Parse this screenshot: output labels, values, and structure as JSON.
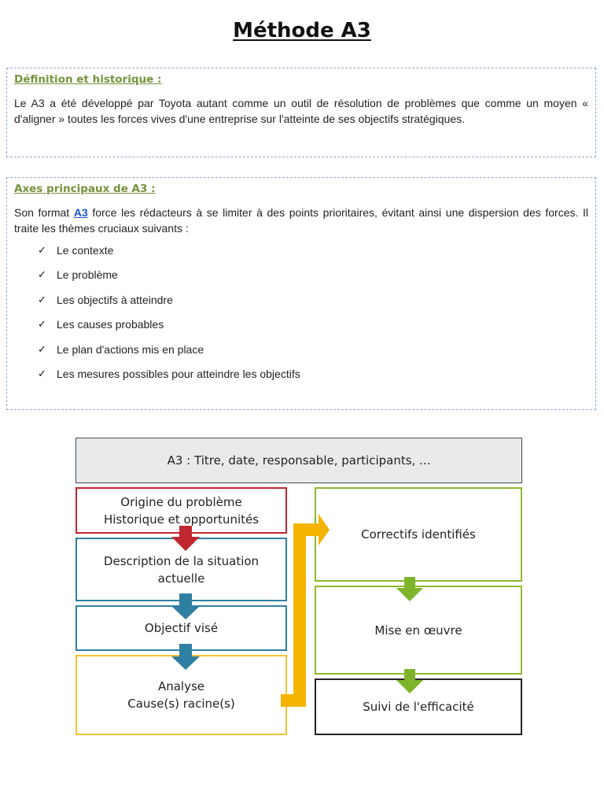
{
  "title": "Méthode A3",
  "definition": {
    "heading": "Définition et historique :",
    "text": "Le A3 a été développé par Toyota autant comme un outil de résolution de problèmes que comme un moyen « d'aligner » toutes les forces vives d'une entreprise sur l'atteinte de ses objectifs stratégiques."
  },
  "axes": {
    "heading": "Axes principaux de A3 :",
    "text_before": "Son format ",
    "link": "A3",
    "text_after": " force les rédacteurs à se limiter à des points prioritaires, évitant ainsi une dispersion des forces. Il traite les thèmes cruciaux suivants :",
    "items": [
      "Le contexte",
      "Le problème",
      "Les objectifs à atteindre",
      "Les causes probables",
      "Le plan d'actions mis en place",
      "Les mesures possibles pour atteindre les objectifs"
    ]
  },
  "diagram": {
    "header": "A3 : Titre, date, responsable, participants, ...",
    "origin_line1": "Origine du problème",
    "origin_line2": "Historique et opportunités",
    "description_line1": "Description de la situation",
    "description_line2": "actuelle",
    "objective": "Objectif visé",
    "analysis_line1": "Analyse",
    "analysis_line2": "Cause(s) racine(s)",
    "correctives": "Correctifs identifiés",
    "implementation": "Mise en œuvre",
    "followup": "Suivi de l'efficacité",
    "colors": {
      "red": "#c0262e",
      "blue": "#2f7fa3",
      "yellow": "#f1c232",
      "orange": "#f5b400",
      "green": "#8dba2c",
      "header_bg": "#e9ebea"
    }
  }
}
